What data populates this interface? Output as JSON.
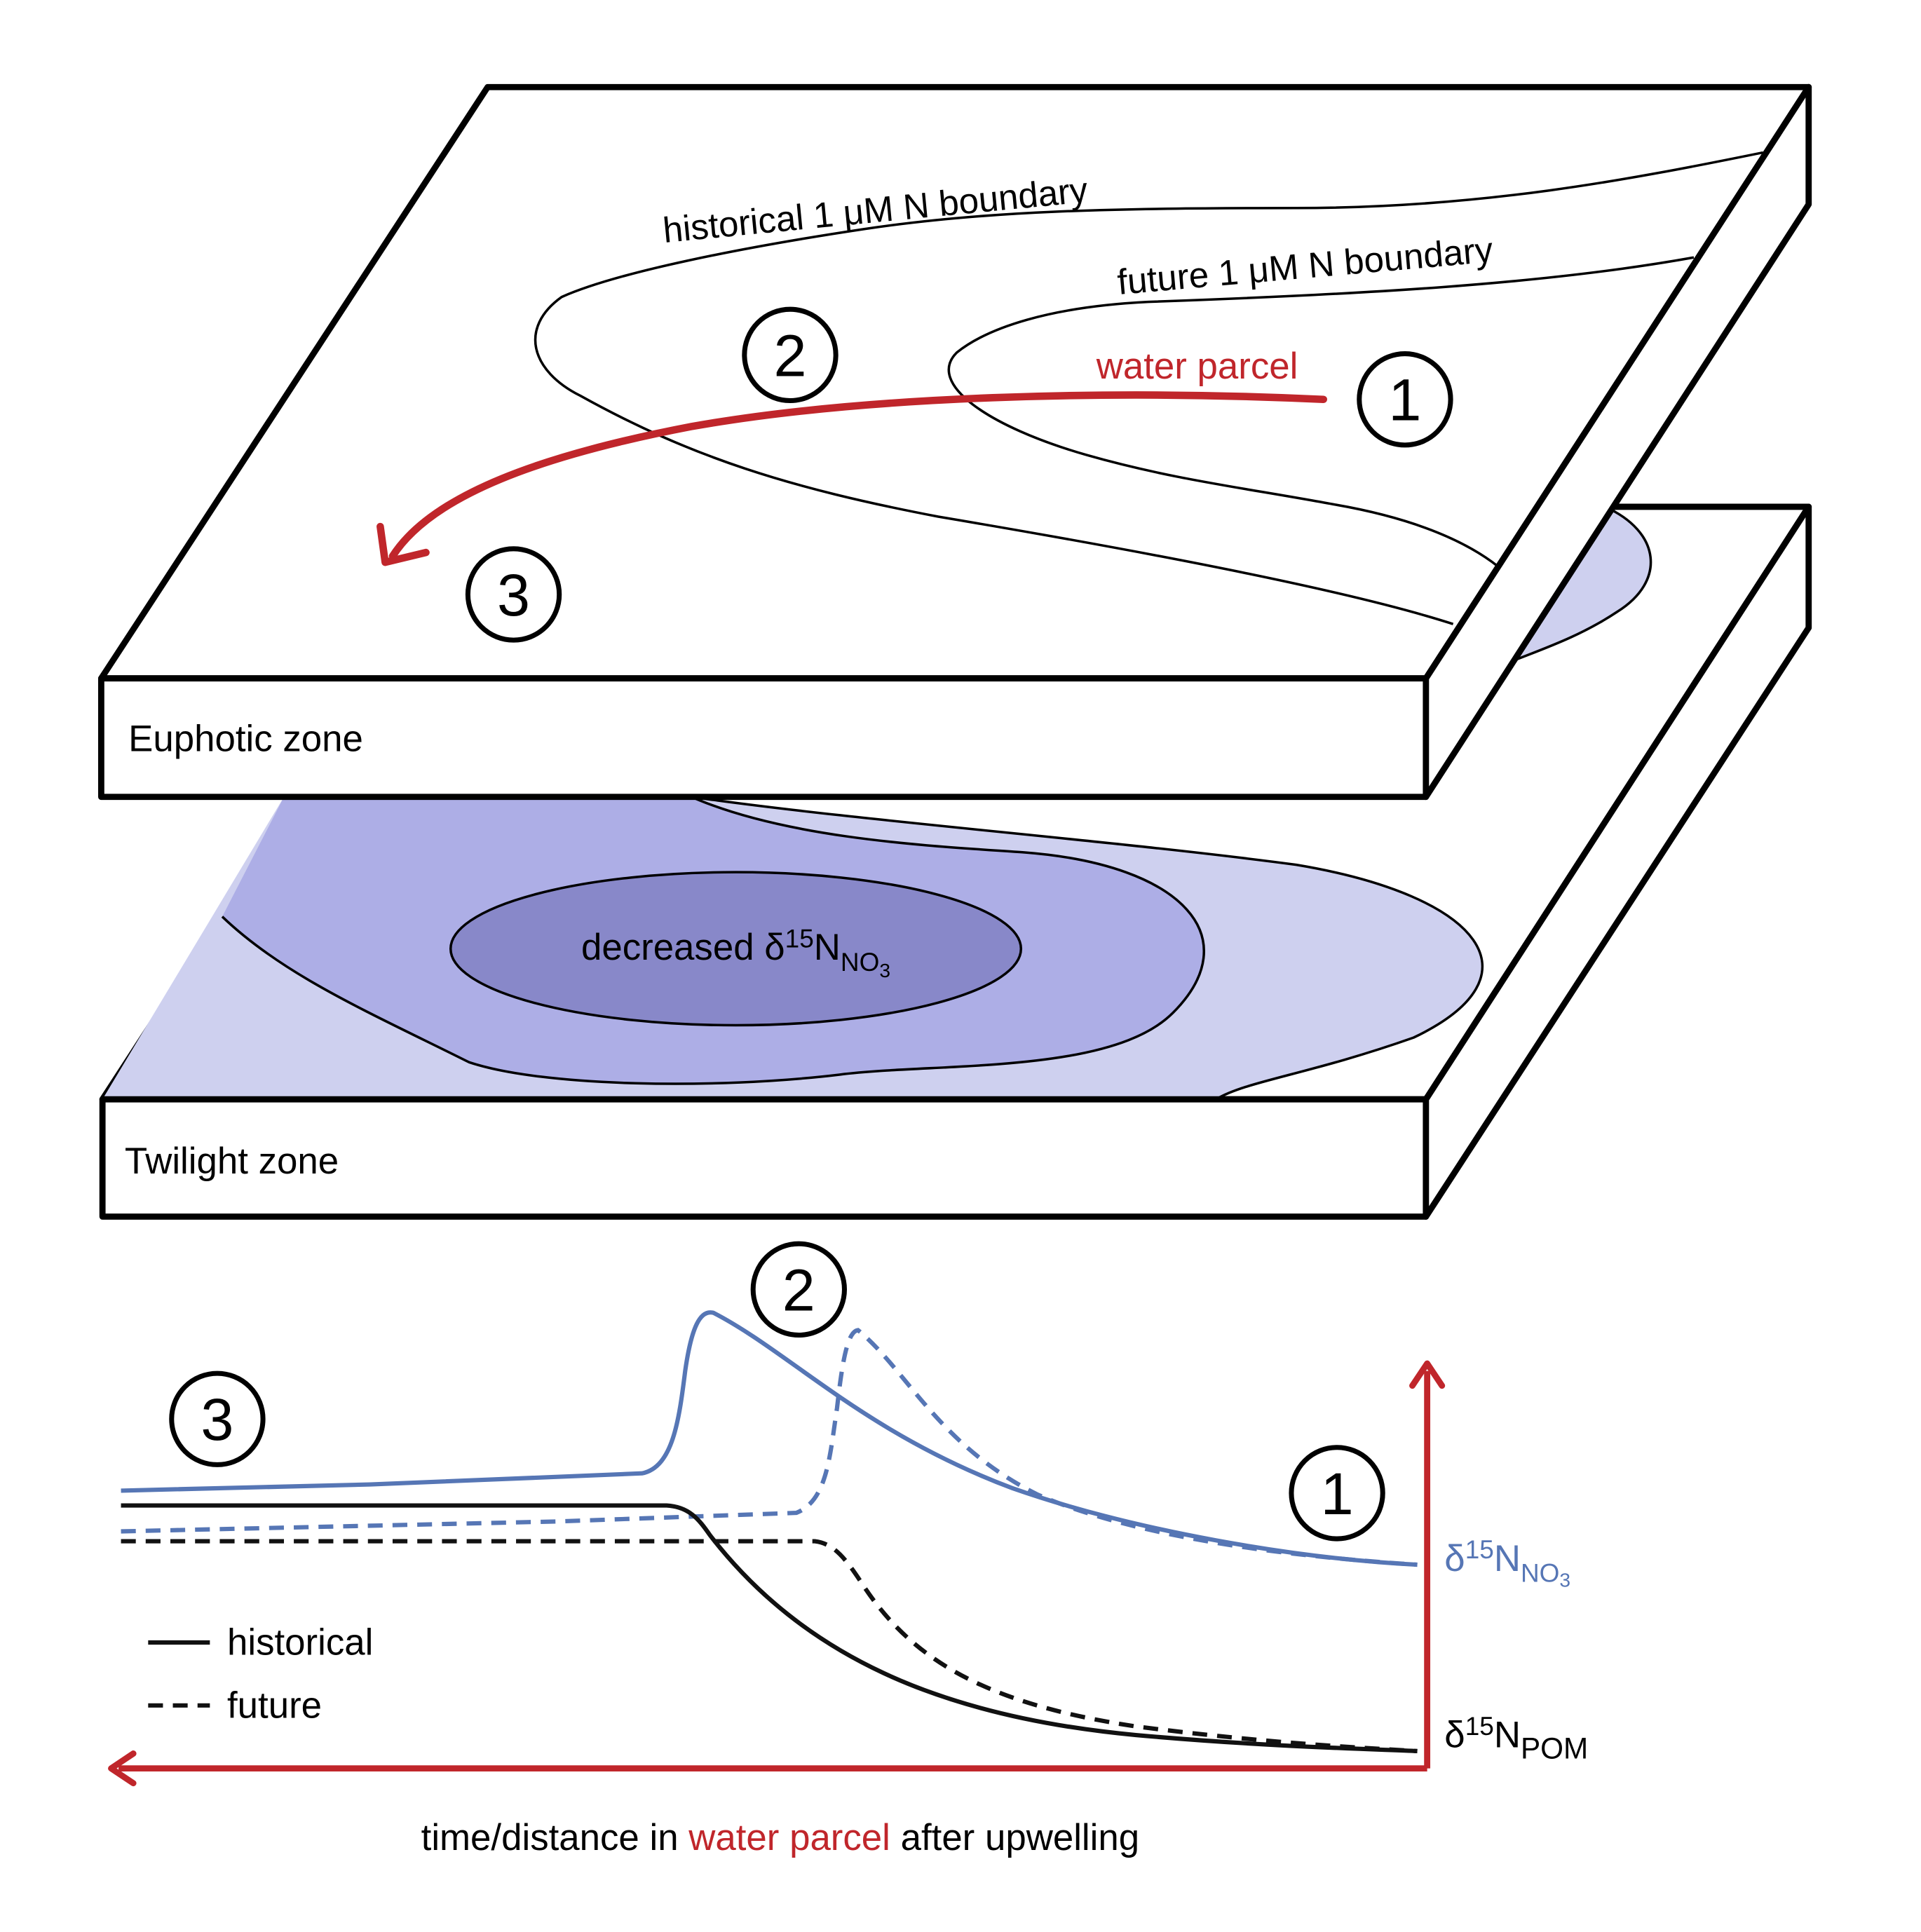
{
  "zones": {
    "euphotic": "Euphotic zone",
    "twilight": "Twilight zone"
  },
  "map_labels": {
    "historical_boundary": "historical 1 μM N boundary",
    "future_boundary": "future 1 μM N boundary",
    "water_parcel": "water parcel",
    "decreased_prefix": "decreased δ",
    "decreased_sup": "15",
    "decreased_N": "N",
    "decreased_sub_main": "NO",
    "decreased_sub_digit": "3"
  },
  "markers": [
    "1",
    "2",
    "3"
  ],
  "plot": {
    "nitrate_prefix": "δ",
    "nitrate_sup": "15",
    "nitrate_N": "N",
    "nitrate_sub_main": "NO",
    "nitrate_sub_digit": "3",
    "pom_prefix": "δ",
    "pom_sup": "15",
    "pom_N": "N",
    "pom_sub": "POM",
    "xlabel_part1": "time/distance in ",
    "xlabel_part2": "water parcel",
    "xlabel_part3": " after upwelling",
    "legend_historical": "historical",
    "legend_future": "future"
  },
  "colors": {
    "red": "#c0262b",
    "blue": "#5676b5",
    "black": "#111111",
    "shade_light": "#ced0ef",
    "shade_mid": "#adaee6",
    "shade_dark": "#8888c9"
  }
}
